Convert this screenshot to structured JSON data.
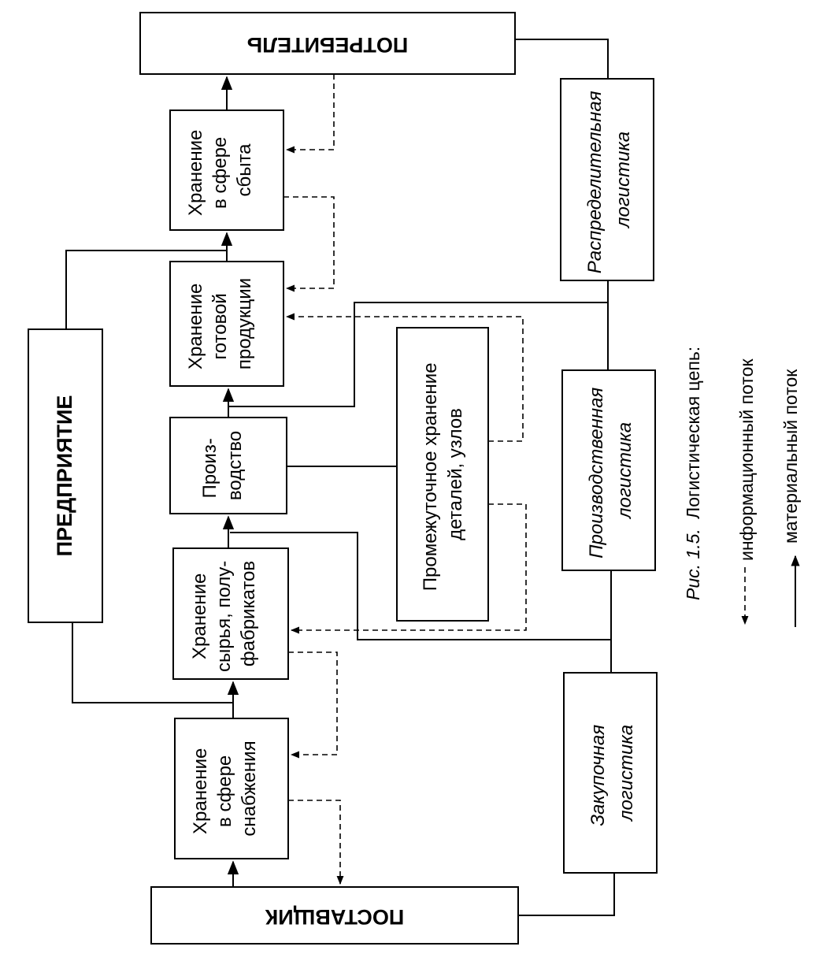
{
  "nodes": {
    "consumer": "ПОТРЕБИТЕЛЬ",
    "supplier": "ПОСТАВЩИК",
    "enterprise": "ПРЕДПРИЯТИЕ",
    "storage_sales": [
      "Хранение",
      "в сфере",
      "сбыта"
    ],
    "storage_finished": [
      "Хранение",
      "готовой",
      "продукции"
    ],
    "production": [
      "Произ-",
      "водство"
    ],
    "storage_raw": [
      "Хранение",
      "сырья, полу-",
      "фабрикатов"
    ],
    "storage_supply": [
      "Хранение",
      "в сфере",
      "снабжения"
    ],
    "intermediate_storage": [
      "Промежуточное хранение",
      "деталей, узлов"
    ],
    "distribution_logistics": [
      "Распределительная",
      "логистика"
    ],
    "production_logistics": [
      "Производственная",
      "логистика"
    ],
    "procurement_logistics": [
      "Закупочная",
      "логистика"
    ]
  },
  "caption": {
    "figure_label": "Рис. 1.5.",
    "title": "Логистическая цепь:",
    "info_flow": "информационный поток",
    "material_flow": "материальный поток"
  }
}
